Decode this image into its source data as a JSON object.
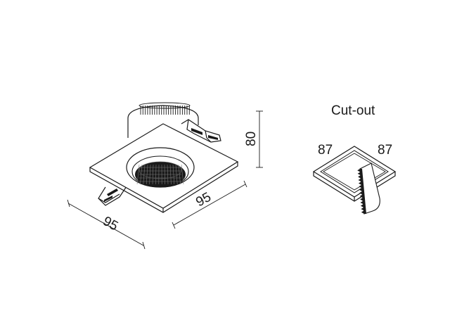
{
  "dimensions": {
    "width_left": "95",
    "width_right": "95",
    "height": "80"
  },
  "cutout": {
    "title": "Cut-out",
    "left": "87",
    "right": "87"
  }
}
